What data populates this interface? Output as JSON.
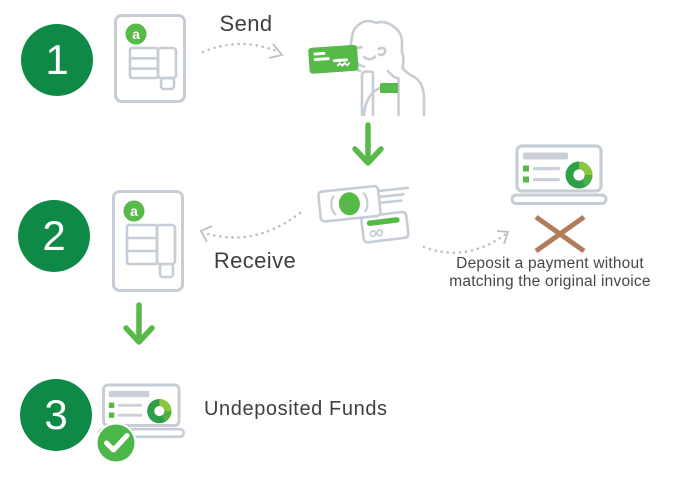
{
  "steps": [
    {
      "number": "1",
      "badge_letter": "a"
    },
    {
      "number": "2",
      "badge_letter": "a"
    },
    {
      "number": "3",
      "label": "Undeposited Funds"
    }
  ],
  "flow": {
    "send_label": "Send",
    "receive_label": "Receive",
    "warning_line1": "Deposit a payment without",
    "warning_line2": "matching the original invoice"
  },
  "icons": {
    "step1": "invoice-document-icon",
    "step1_target": "person-with-credit-card-icon",
    "step2": "invoice-document-icon",
    "middle": "cash-and-check-icon",
    "right": "laptop-donut-chart-icon",
    "forbidden": "x-mark-icon",
    "step3": "laptop-with-checkmark-icon",
    "arrows": [
      "down-arrow-icon",
      "dotted-curved-arrow-icon"
    ]
  },
  "colors": {
    "step_circle_green": "#0E8A46",
    "bright_green": "#57B947",
    "donut_dark_green": "#2E9E49",
    "donut_mid_green": "#4FAF44",
    "donut_light_green": "#8CC63F",
    "icon_outline_gray": "#C7CDD4",
    "screen_bar_gray": "#CBD0D6",
    "dotted_arrow_gray": "#BBC1C7",
    "x_mark_brown": "#B17C5B",
    "label_text": "#3F3F3F",
    "caption_text": "#474747"
  }
}
